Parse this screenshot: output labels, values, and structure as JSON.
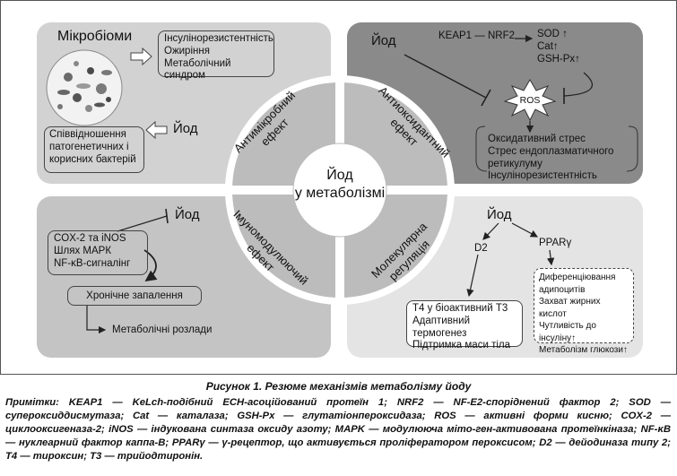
{
  "center": {
    "line1": "Йод",
    "line2": "у метаболізмі"
  },
  "sectors": {
    "antimicrobial": {
      "line1": "Антимікробний",
      "line2": "ефект"
    },
    "antioxidant": {
      "line1": "Антиоксидантний",
      "line2": "ефект"
    },
    "immunomodulatory": {
      "line1": "Імуномодулюючий",
      "line2": "ефект"
    },
    "molecular": {
      "line1": "Молекулярна",
      "line2": "регуляція"
    }
  },
  "top_left": {
    "title": "Мікробіоми",
    "effects": [
      "Інсулінорезистентність",
      "Ожиріння",
      "Метаболічний синдром"
    ],
    "iodine": "Йод",
    "ratio": [
      "Співвідношення",
      "патогенетичних і",
      "корисних бактерій"
    ]
  },
  "top_right": {
    "iodine": "Йод",
    "keap_nrf": "KEAP1 — NRF2",
    "enzymes": [
      "SOD ↑",
      "Cat↑",
      "GSH-Px↑"
    ],
    "ros": "ROS",
    "stress": [
      "Оксидативний стрес",
      "Стрес ендоплазматичного",
      "ретикулуму",
      "Інсулінорезистентність"
    ]
  },
  "bottom_left": {
    "iodine": "Йод",
    "pathways": [
      "COX-2 та iNOS",
      "Шлях МАРК",
      "NF-κB-сигналінг"
    ],
    "inflammation": "Хронічне запалення",
    "disorders": "Метаболічні розлади"
  },
  "bottom_right": {
    "iodine": "Йод",
    "d2": "D2",
    "ppar": "PPARγ",
    "d2_effects": [
      "T4 у біоактивний T3",
      "Адаптивний термогенез",
      "Підтримка маси тіла"
    ],
    "ppar_effects": [
      "Диференціювання",
      "адипоцитів",
      "Захват жирних кислот",
      "Чутливість до інсуліну↑",
      "Метаболізм глюкози↑"
    ]
  },
  "caption": "Рисунок 1. Резюме механізмів метаболізму йоду",
  "notes": "Примітки: KEAP1 — KeLch-подібний ECH-асоційований протеїн 1; NRF2 — NF-E2-споріднений фактор 2; SOD — супероксиддисмутаза; Cat — каталаза; GSH-Px — глутатіонпероксидаза; ROS — активні форми кисню; COX-2 — циклооксигеназа-2; iNOS — індукована синтаза оксиду азоту; MAPK — модулююча міто-ген-активована протеїнкіназа; NF-κB — нуклеарний фактор каппа-B; PPARγ — γ-рецептор, що активується проліфератором пероксисом; D2 — дейодиназа типу 2; T4 — тироксин; T3 — трийодтиронін."
}
